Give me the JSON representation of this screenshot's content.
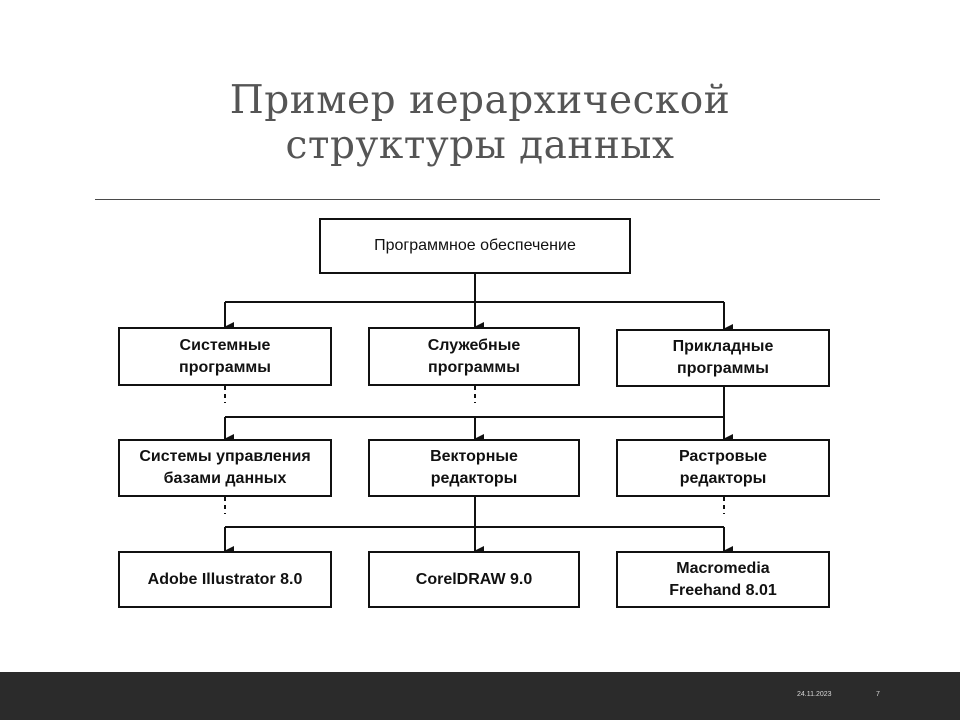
{
  "slide": {
    "title_line1": "Пример иерархической",
    "title_line2": "структуры данных"
  },
  "diagram": {
    "root": "Программное обеспечение",
    "level1": [
      {
        "label": "Системные\nпрограммы"
      },
      {
        "label": "Служебные\nпрограммы"
      },
      {
        "label": "Прикладные\nпрограммы"
      }
    ],
    "level2": [
      {
        "label": "Системы управления\nбазами данных"
      },
      {
        "label": "Векторные\nредакторы"
      },
      {
        "label": "Растровые\nредакторы"
      }
    ],
    "level3": [
      {
        "label": "Adobe Illustrator 8.0"
      },
      {
        "label": "CorelDRAW 9.0"
      },
      {
        "label": "Macromedia\nFreehand 8.01"
      }
    ]
  },
  "footer": {
    "date": "24.11.2023",
    "page": "7"
  },
  "colors": {
    "title": "#555555",
    "line": "#111111",
    "footer_bg": "#2b2b2b"
  }
}
